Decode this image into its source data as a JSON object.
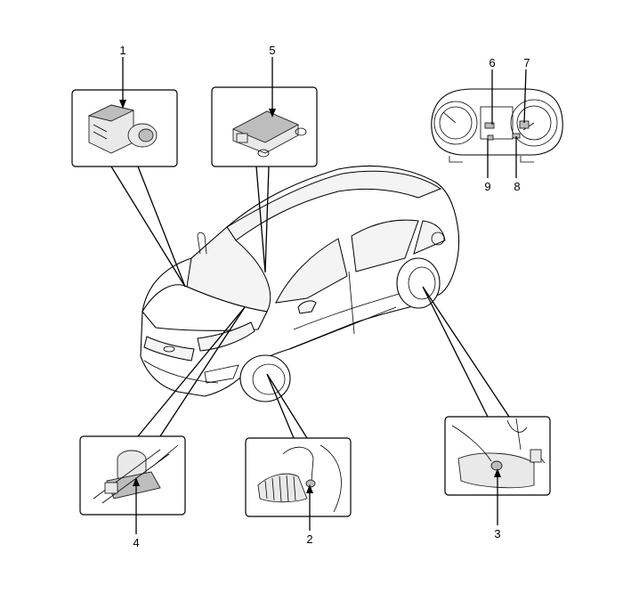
{
  "callouts": [
    "1",
    "2",
    "3",
    "4",
    "5",
    "6",
    "7",
    "8",
    "9"
  ],
  "colors": {
    "line": "#000000",
    "background": "#ffffff",
    "part_fill": "#e9e9e9"
  },
  "components": [
    {
      "id": "1",
      "depicts": "abs-hydraulic-unit"
    },
    {
      "id": "2",
      "depicts": "front-wheel-speed-sensor"
    },
    {
      "id": "3",
      "depicts": "rear-wheel-speed-sensor"
    },
    {
      "id": "4",
      "depicts": "brake-booster-module"
    },
    {
      "id": "5",
      "depicts": "yaw-rate-sensor"
    },
    {
      "id": "6",
      "depicts": "cluster-warning-lamp"
    },
    {
      "id": "7",
      "depicts": "cluster-warning-lamp"
    },
    {
      "id": "8",
      "depicts": "cluster-warning-lamp"
    },
    {
      "id": "9",
      "depicts": "cluster-warning-lamp"
    }
  ]
}
